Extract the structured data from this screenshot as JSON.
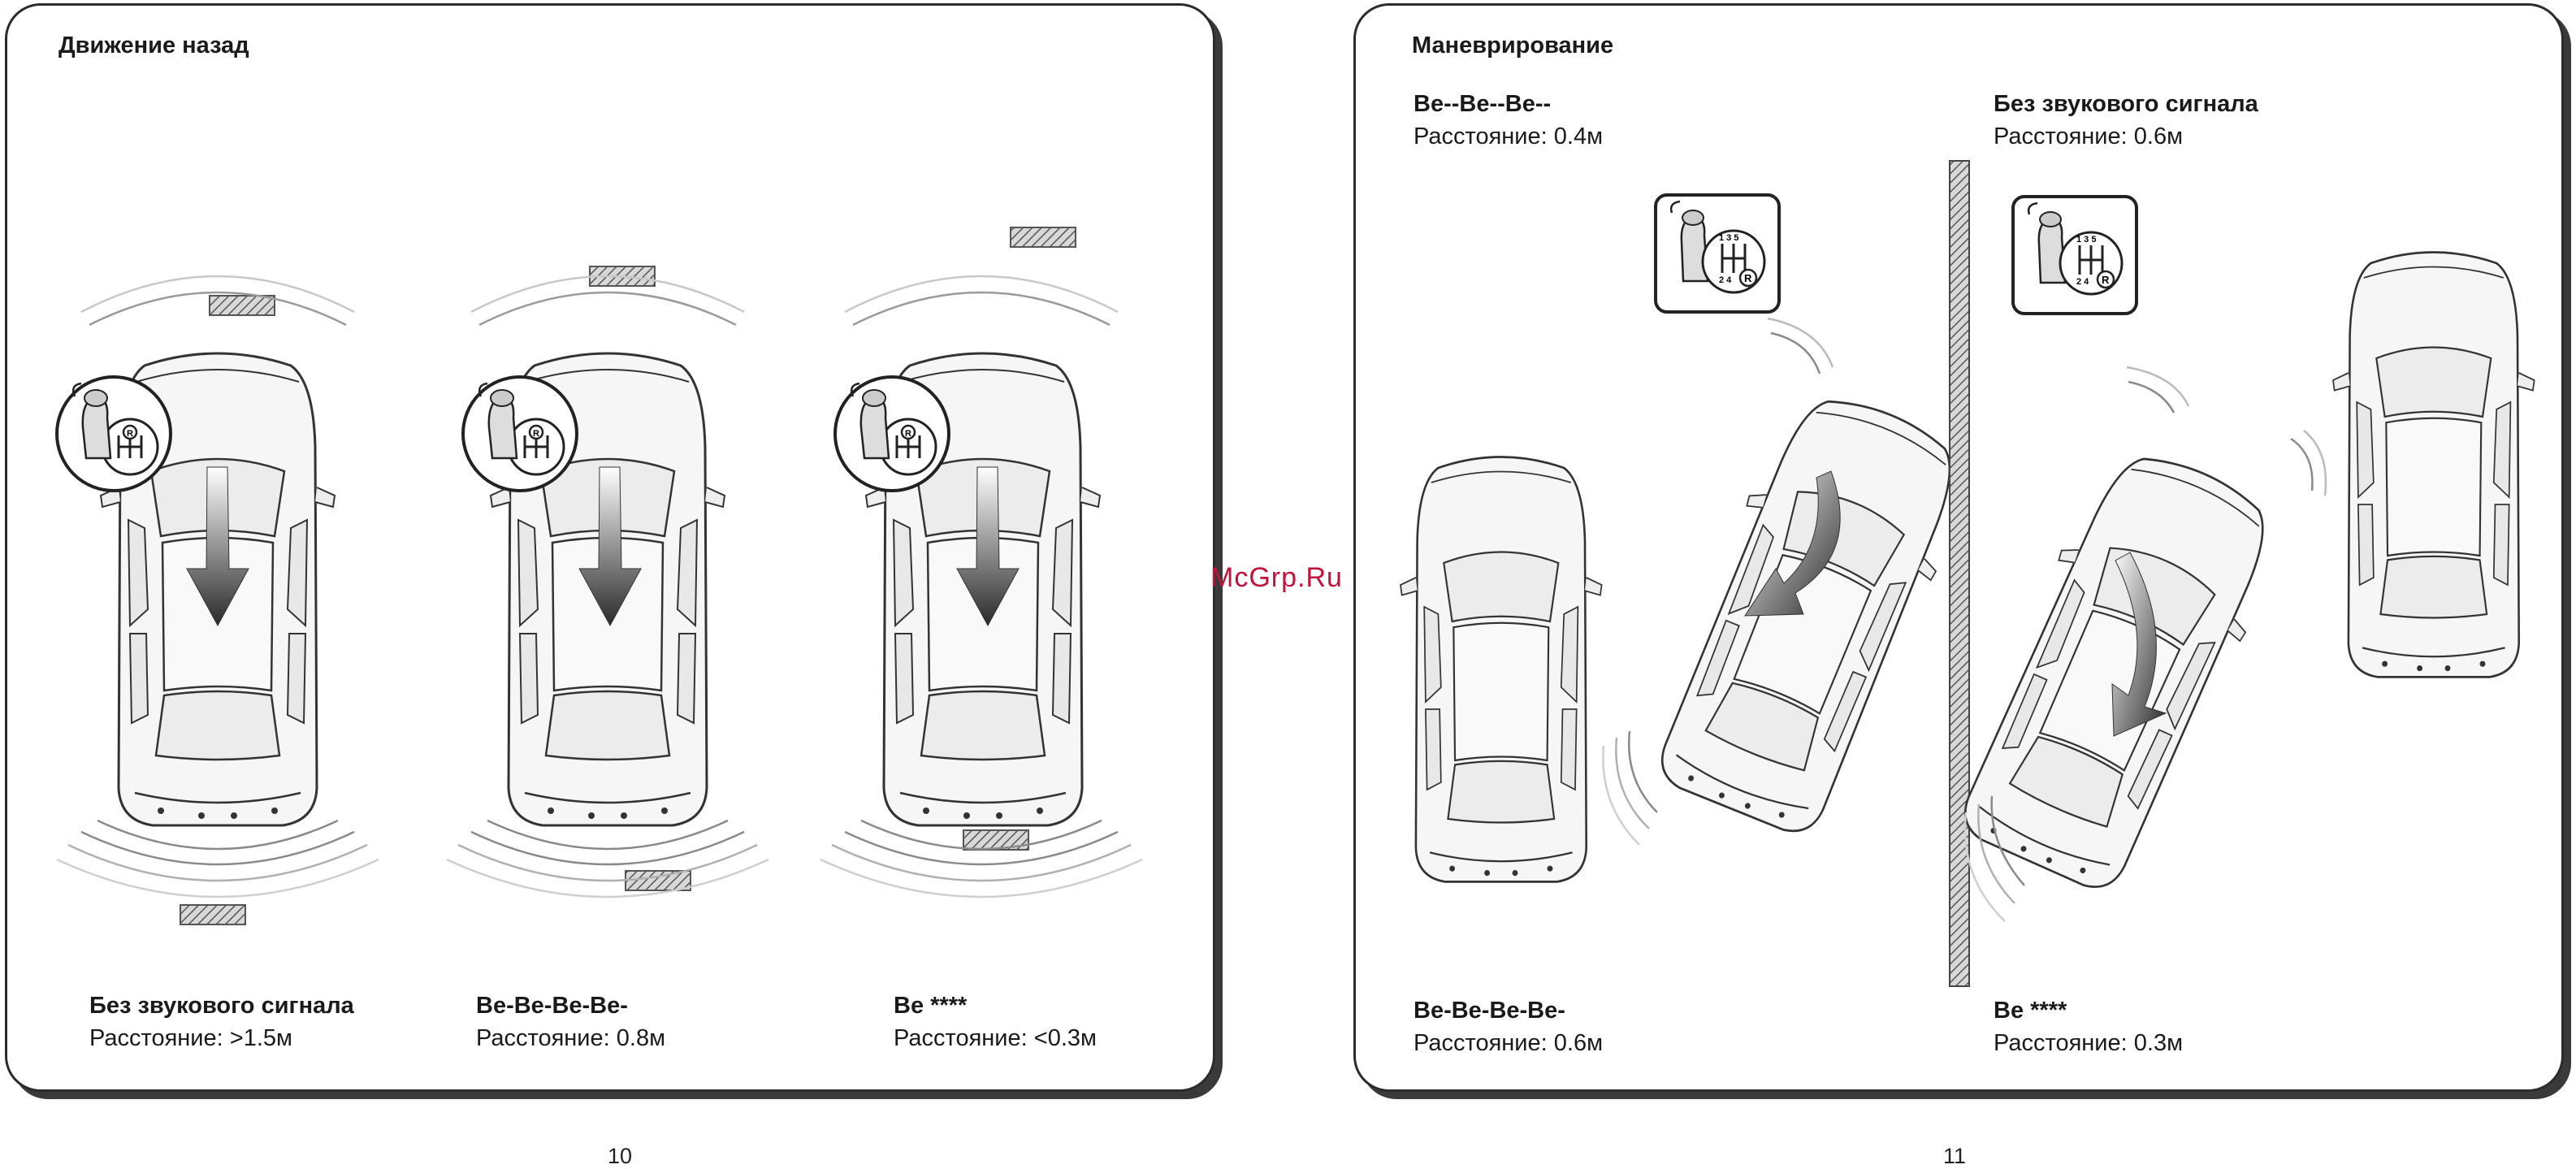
{
  "left_page": {
    "title": "Движение назад",
    "page_number": "10",
    "captions": [
      {
        "line1": "Без звукового сигнала",
        "line2": "Расстояние: >1.5м"
      },
      {
        "line1": "Be-Be-Be-Be-",
        "line2": "Расстояние: 0.8м"
      },
      {
        "line1": "Be ****",
        "line2": "Расстояние: <0.3м"
      }
    ]
  },
  "right_page": {
    "title": "Маневрирование",
    "page_number": "11",
    "captions": [
      {
        "line1": "Be--Be--Be--",
        "line2": "Расстояние: 0.4м"
      },
      {
        "line1": "Без звукового сигнала",
        "line2": "Расстояние: 0.6м"
      },
      {
        "line1": "Be-Be-Be-Be-",
        "line2": "Расстояние: 0.6м"
      },
      {
        "line1": "Be ****",
        "line2": "Расстояние: 0.3м"
      }
    ]
  },
  "watermark": "McGrp.Ru",
  "icons": [
    "gear-shift-reverse-icon",
    "reverse-arrow-icon",
    "parking-sensor-waves-icon",
    "car-top-view-icon",
    "obstacle-icon",
    "wall-icon"
  ],
  "colors": {
    "line": "#2b2b2b",
    "car_fill": "#f2f2f2",
    "obstacle": "#8a8a8a",
    "arrow": "#3a3a3a",
    "watermark": "#c0123a"
  }
}
